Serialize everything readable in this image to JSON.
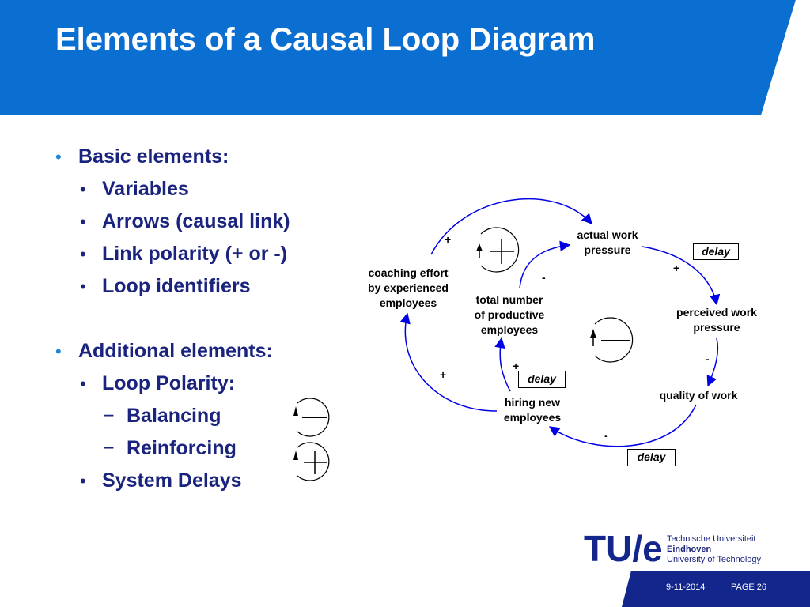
{
  "slide": {
    "title": "Elements of a Causal Loop Diagram",
    "colors": {
      "header_blue": "#0b6fd1",
      "dark_blue": "#12268c",
      "accent_bullet": "#1e88d8",
      "arrow": "#0000e6"
    }
  },
  "bullets": {
    "basic_heading": "Basic elements:",
    "basic_items": [
      "Variables",
      "Arrows (causal link)",
      "Link polarity (+ or -)",
      "Loop identifiers"
    ],
    "additional_heading": "Additional elements:",
    "loop_polarity": "Loop Polarity:",
    "balancing": "Balancing",
    "reinforcing": "Reinforcing",
    "system_delays": "System Delays"
  },
  "diagram": {
    "variables": {
      "actual_work_pressure": "actual work\npressure",
      "perceived_work_pressure": "perceived work\npressure",
      "quality_of_work": "quality of work",
      "hiring_new_employees": "hiring new\nemployees",
      "coaching_effort": "coaching effort\nby experienced\nemployees",
      "total_productive": "total number\nof productive\nemployees"
    },
    "polarities": {
      "coaching_to_actual": "+",
      "total_to_actual": "-",
      "actual_to_perceived": "+",
      "perceived_to_quality": "-",
      "quality_to_hiring": "-",
      "hiring_to_total": "+",
      "hiring_to_coaching": "+"
    },
    "delay_label": "delay",
    "loop_identifiers": {
      "reinforcing": "reinforcing-loop-icon",
      "balancing": "balancing-loop-icon"
    }
  },
  "logo": {
    "mark": "TU/e",
    "line1": "Technische Universiteit",
    "line2": "Eindhoven",
    "line3": "University of Technology"
  },
  "footer": {
    "date": "9-11-2014",
    "page": "PAGE 26"
  }
}
